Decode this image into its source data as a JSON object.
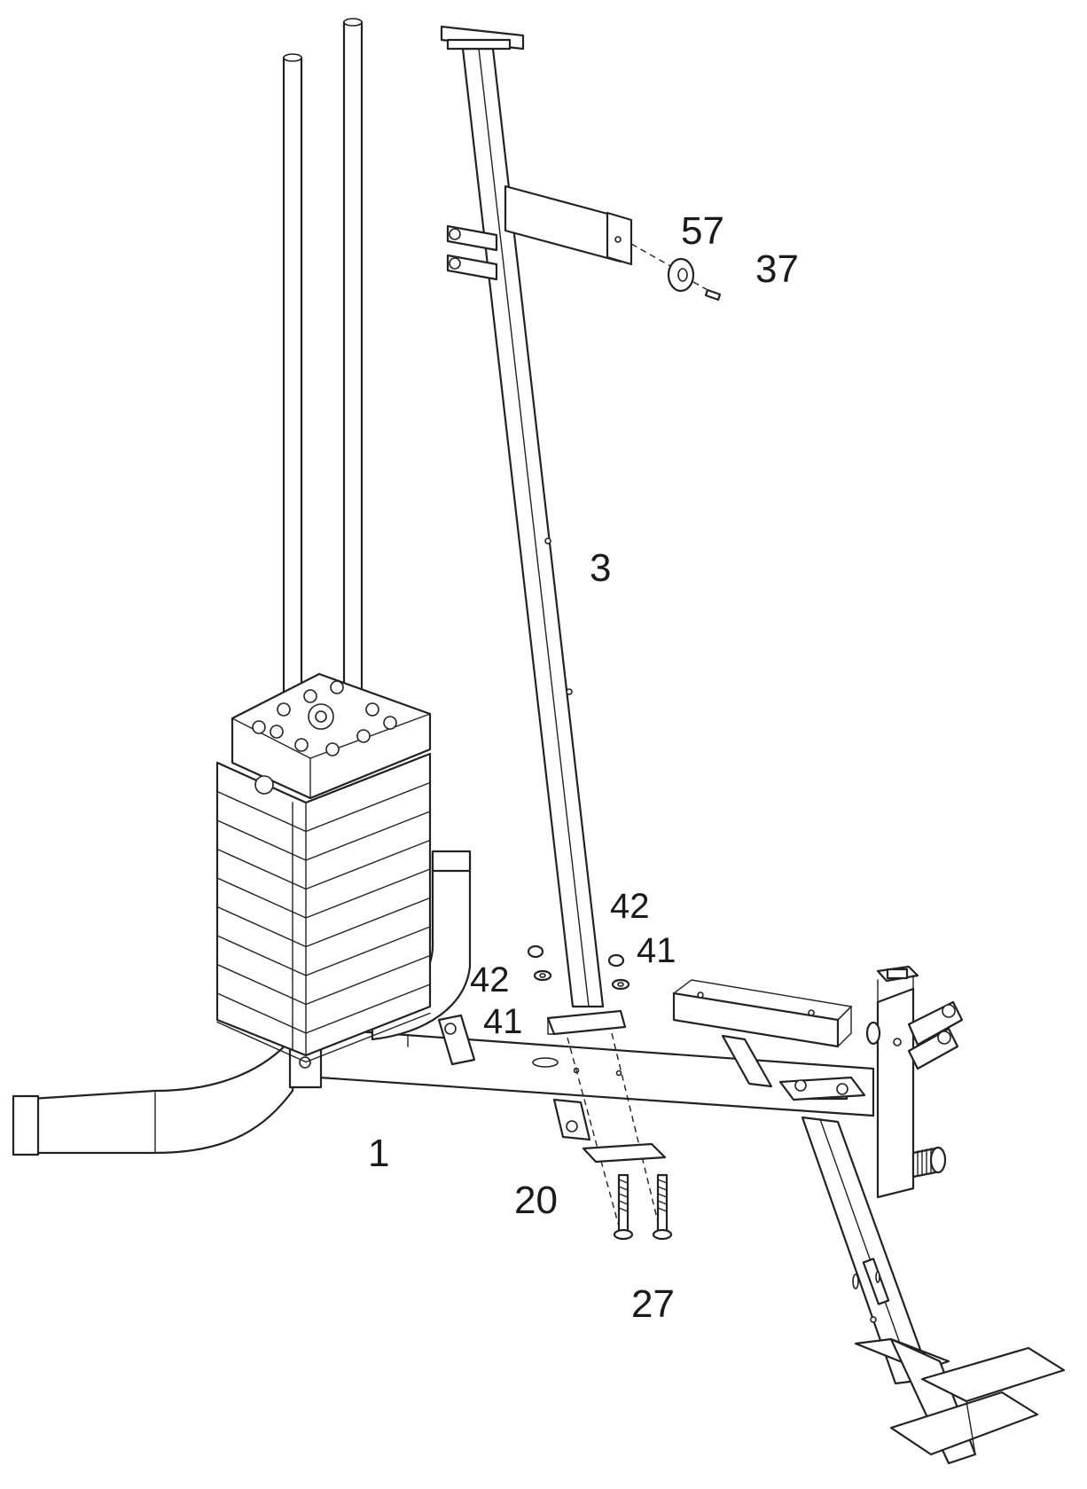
{
  "diagram": {
    "labels": {
      "part_57": "57",
      "part_37": "37",
      "part_3": "3",
      "part_42_right": "42",
      "part_41_right": "41",
      "part_42_left": "42",
      "part_41_left": "41",
      "part_1": "1",
      "part_20": "20",
      "part_27": "27"
    },
    "weight_plate_count": 10,
    "line_color": "#222222"
  }
}
